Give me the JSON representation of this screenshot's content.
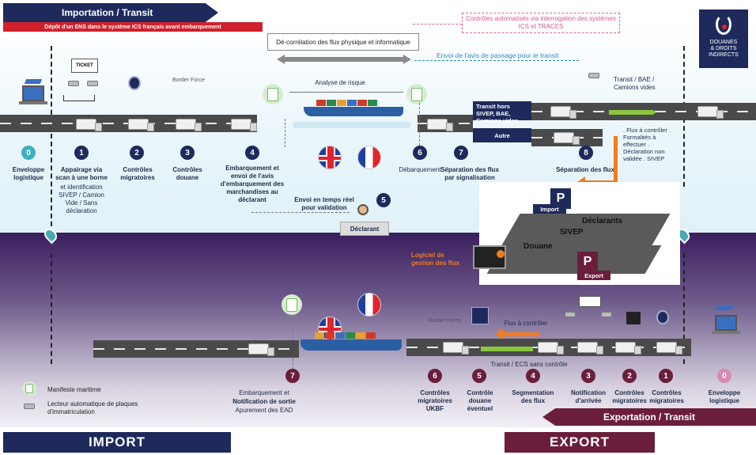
{
  "header": {
    "import_title": "Importation / Transit",
    "import_subtitle": "Dépôt d'un ENS dans le système ICS français avant embarquement",
    "export_title": "Exportation / Transit"
  },
  "footer": {
    "import": "IMPORT",
    "export": "EXPORT"
  },
  "logos": {
    "douanes_line1": "DOUANES",
    "douanes_line2": "& DROITS",
    "douanes_line3": "INDIRECTS",
    "border_force": "Border Force",
    "ticket": "TICKET"
  },
  "callouts": {
    "automated_controls": "Contrôles automatisés via interrogation des systèmes ICS et TRACES",
    "decorrelation": "Dé-corrélation des flux physique et informatique",
    "transit_notice": "Envoi de l'avis de passage pour le transit",
    "risk_analysis": "Analyse de risque",
    "realtime": "Envoi en temps réel pour validation",
    "declarant": "Déclarant",
    "software": "Logiciel de gestion des flux",
    "flux_controler": "Flux à contrôler",
    "transit_ecs": "Transit / ECS sans contrôle",
    "transit_bae": "Transit / BAE / Camions vides",
    "transit_sivep": "Transit hors SIVEP, BAE, Camions vides",
    "autre": "Autre",
    "flux_list": ". Flux à contrôler . Formalités à effectuer . Déclaration non validée . SIVEP"
  },
  "parking": {
    "import": "Import",
    "export": "Export",
    "declarants": "Déclarants",
    "sivep": "SIVEP",
    "douane": "Douane",
    "p": "P"
  },
  "import_steps": [
    {
      "num": "0",
      "label": "Enveloppe logistique"
    },
    {
      "num": "1",
      "label": "Appairage via scan à une borne",
      "extra": "et identification SIVEP / Camion Vide / Sans déclaration"
    },
    {
      "num": "2",
      "label": "Contrôles migratoires"
    },
    {
      "num": "3",
      "label": "Contrôles douane"
    },
    {
      "num": "4",
      "label": "Embarquement et envoi de l'avis d'embarquement des marchandises au déclarant"
    },
    {
      "num": "5",
      "label": ""
    },
    {
      "num": "6",
      "label": "Débarquement"
    },
    {
      "num": "7",
      "label": "Séparation des flux par signalisation"
    },
    {
      "num": "8",
      "label": "Séparation des flux"
    }
  ],
  "export_steps": [
    {
      "num": "7",
      "label1": "Embarquement et",
      "label2": "Notification de sortie",
      "label3": "Apurement des EAD"
    },
    {
      "num": "6",
      "label": "Contrôles migratoires UKBF"
    },
    {
      "num": "5",
      "label": "Contrôle douane éventuel"
    },
    {
      "num": "4",
      "label": "Segmentation des flux"
    },
    {
      "num": "3",
      "label": "Notification d'arrivée"
    },
    {
      "num": "2",
      "label": "Contrôles migratoires"
    },
    {
      "num": "1",
      "label": "Contrôles migratoires"
    },
    {
      "num": "0",
      "label": "Enveloppe logistique"
    }
  ],
  "legend": {
    "manifest": "Manifeste maritime",
    "reader": "Lecteur automatique de plaques d'immatriculation"
  }
}
